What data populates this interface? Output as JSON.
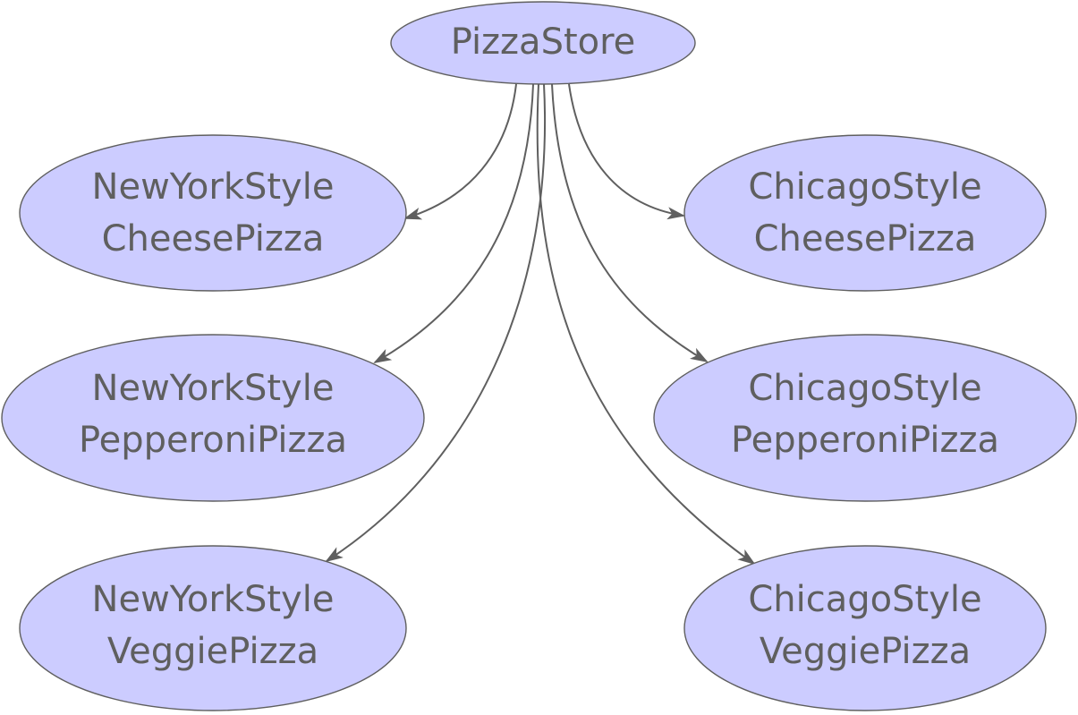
{
  "diagram": {
    "colors": {
      "node_fill": "#ccccff",
      "node_stroke": "#5f5f5f",
      "text": "#5f5f5f",
      "edge": "#5f5f5f"
    },
    "root": {
      "label": "PizzaStore"
    },
    "children": [
      {
        "line1": "NewYorkStyle",
        "line2": "CheesePizza"
      },
      {
        "line1": "NewYorkStyle",
        "line2": "PepperoniPizza"
      },
      {
        "line1": "NewYorkStyle",
        "line2": "VeggiePizza"
      },
      {
        "line1": "ChicagoStyle",
        "line2": "CheesePizza"
      },
      {
        "line1": "ChicagoStyle",
        "line2": "PepperoniPizza"
      },
      {
        "line1": "ChicagoStyle",
        "line2": "VeggiePizza"
      }
    ],
    "edges": [
      {
        "from": "PizzaStore",
        "to": "NewYorkStyle CheesePizza"
      },
      {
        "from": "PizzaStore",
        "to": "NewYorkStyle PepperoniPizza"
      },
      {
        "from": "PizzaStore",
        "to": "NewYorkStyle VeggiePizza"
      },
      {
        "from": "PizzaStore",
        "to": "ChicagoStyle CheesePizza"
      },
      {
        "from": "PizzaStore",
        "to": "ChicagoStyle PepperoniPizza"
      },
      {
        "from": "PizzaStore",
        "to": "ChicagoStyle VeggiePizza"
      }
    ]
  }
}
